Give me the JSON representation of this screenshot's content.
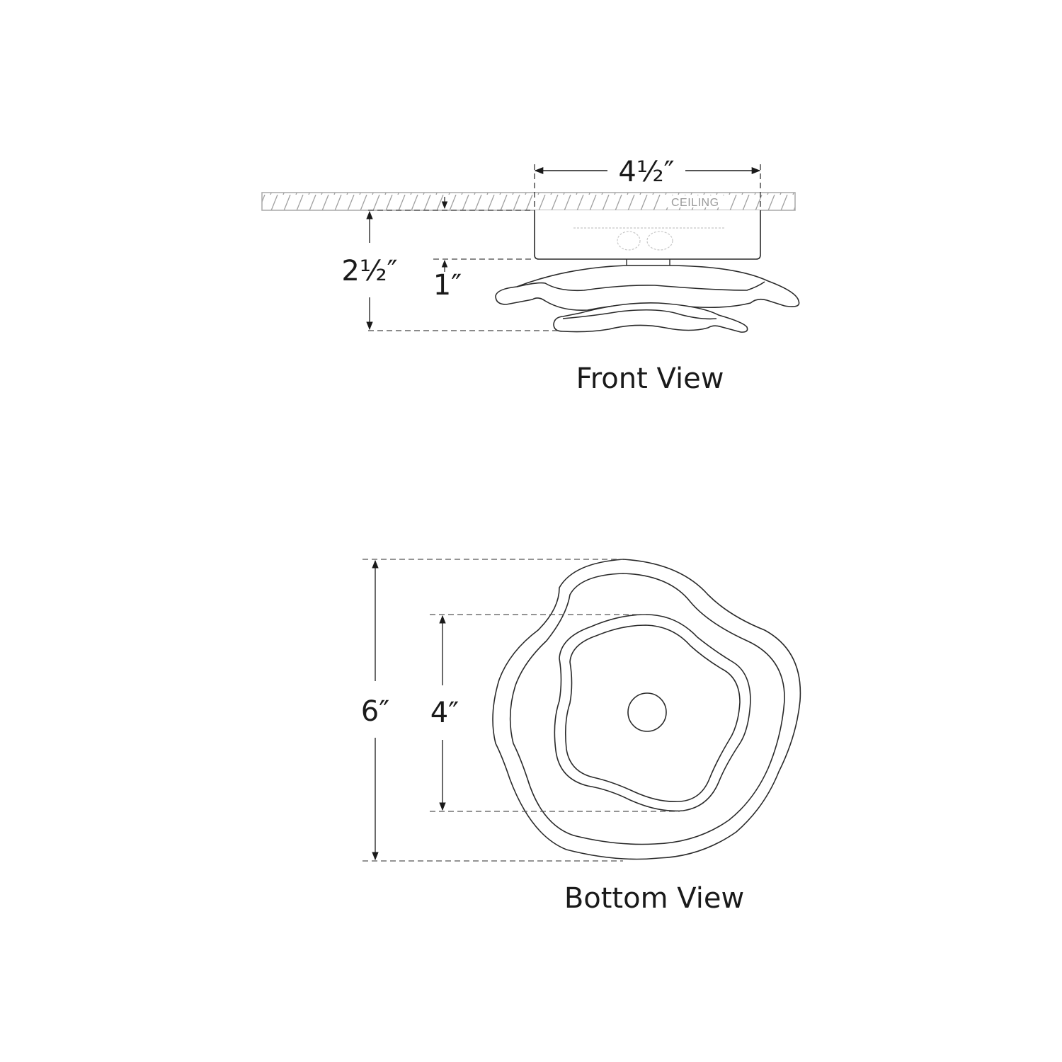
{
  "front_view": {
    "title": "Front View",
    "ceiling_label": "CEILING",
    "dimensions": {
      "canopy_width": "4½″",
      "overall_height": "2½″",
      "canopy_to_shade": "1″"
    }
  },
  "bottom_view": {
    "title": "Bottom View",
    "dimensions": {
      "outer_diameter": "6″",
      "inner_diameter": "4″"
    }
  },
  "colors": {
    "line": "#2a2a2a",
    "dashed": "#555555",
    "hatch": "#a0a0a0",
    "background": "#ffffff"
  }
}
